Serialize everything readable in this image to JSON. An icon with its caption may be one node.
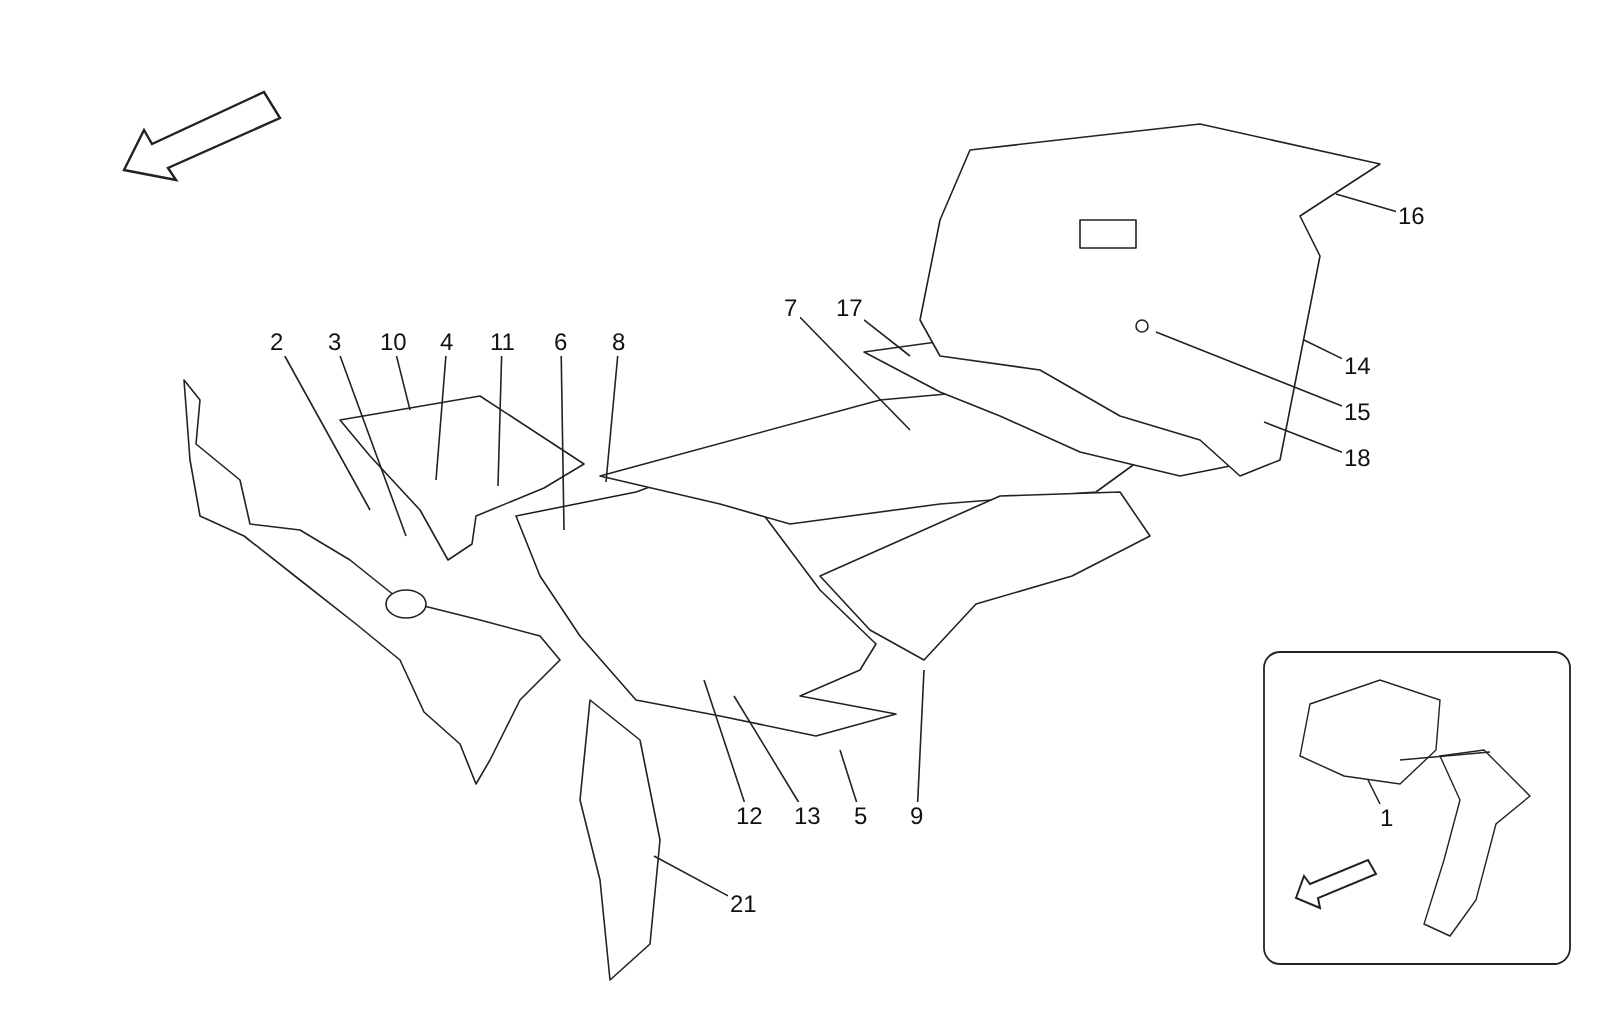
{
  "diagram": {
    "nodes": [
      {
        "text": [
          "2"
        ]
      },
      {
        "text": [
          "3"
        ]
      },
      {
        "text": [
          "10"
        ]
      },
      {
        "text": [
          "4"
        ]
      },
      {
        "text": [
          "11"
        ]
      },
      {
        "text": [
          "6"
        ]
      },
      {
        "text": [
          "8"
        ]
      },
      {
        "text": [
          "7"
        ]
      },
      {
        "text": [
          "17"
        ]
      },
      {
        "text": [
          "16"
        ]
      },
      {
        "text": [
          "14"
        ]
      },
      {
        "text": [
          "15"
        ]
      },
      {
        "text": [
          "18"
        ]
      },
      {
        "text": [
          "12"
        ]
      },
      {
        "text": [
          "13"
        ]
      },
      {
        "text": [
          "5"
        ]
      },
      {
        "text": [
          "9"
        ]
      },
      {
        "text": [
          "21"
        ]
      },
      {
        "text": [
          "1"
        ]
      }
    ],
    "edges": [
      {
        "from": 0,
        "to": null,
        "arrow": "none"
      },
      {
        "from": 1,
        "to": null,
        "arrow": "none"
      },
      {
        "from": 2,
        "to": null,
        "arrow": "none"
      },
      {
        "from": 3,
        "to": null,
        "arrow": "none"
      },
      {
        "from": 4,
        "to": null,
        "arrow": "none"
      },
      {
        "from": 5,
        "to": null,
        "arrow": "none"
      },
      {
        "from": 6,
        "to": null,
        "arrow": "none"
      },
      {
        "from": 7,
        "to": null,
        "arrow": "none"
      },
      {
        "from": 8,
        "to": null,
        "arrow": "none"
      },
      {
        "from": 9,
        "to": null,
        "arrow": "none"
      },
      {
        "from": 10,
        "to": null,
        "arrow": "none"
      },
      {
        "from": 11,
        "to": null,
        "arrow": "none"
      },
      {
        "from": 12,
        "to": null,
        "arrow": "none"
      },
      {
        "from": 13,
        "to": null,
        "arrow": "none"
      },
      {
        "from": 14,
        "to": null,
        "arrow": "none"
      },
      {
        "from": 15,
        "to": null,
        "arrow": "none"
      },
      {
        "from": 16,
        "to": null,
        "arrow": "none"
      },
      {
        "from": 17,
        "to": null,
        "arrow": "none"
      },
      {
        "from": 18,
        "to": null,
        "arrow": "none"
      }
    ]
  }
}
